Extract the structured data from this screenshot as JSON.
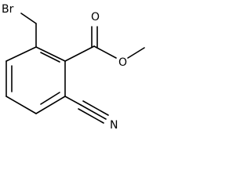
{
  "atoms": {
    "bromine": "Br",
    "carbonyl_oxygen": "O",
    "ester_oxygen": "O",
    "nitrile_nitrogen": "N"
  },
  "colors": {
    "bond": "#000000",
    "label": "#000000",
    "background": "#ffffff"
  }
}
